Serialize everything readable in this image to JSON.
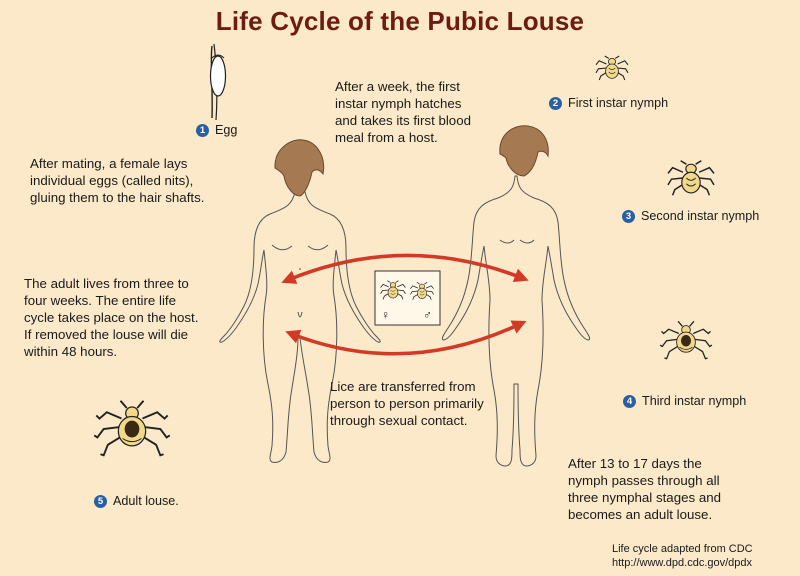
{
  "title": "Life Cycle of the Pubic Louse",
  "stages": [
    {
      "number": "1",
      "label": "Egg"
    },
    {
      "number": "2",
      "label": "First instar nymph"
    },
    {
      "number": "3",
      "label": "Second instar nymph"
    },
    {
      "number": "4",
      "label": "Third instar nymph"
    },
    {
      "number": "5",
      "label": "Adult louse."
    }
  ],
  "descriptions": {
    "mating": [
      "After mating, a female lays",
      "individual eggs (called nits),",
      "gluing them to the hair shafts."
    ],
    "hatching": [
      "After a week, the first",
      "instar nymph hatches",
      "and takes its first blood",
      "meal from a host."
    ],
    "adult_life": [
      "The adult lives from three to",
      "four weeks. The entire life",
      "cycle takes place on the host.",
      "If removed the louse will die",
      "within 48 hours."
    ],
    "transfer": [
      "Lice are transferred from",
      "person to person primarily",
      "through sexual contact."
    ],
    "development": [
      "After 13 to 17 days the",
      "nymph passes through all",
      "three nymphal stages and",
      "becomes an adult louse."
    ]
  },
  "symbols": {
    "female": "♀",
    "male": "♂"
  },
  "credit": [
    "Life cycle adapted from CDC",
    "http://www.dpd.cdc.gov/dpdx"
  ],
  "colors": {
    "background": "#fbe9c9",
    "title": "#6e1b13",
    "arrow": "#d23a26",
    "badge": "#2b5fa3",
    "hair": "#a57a52"
  }
}
